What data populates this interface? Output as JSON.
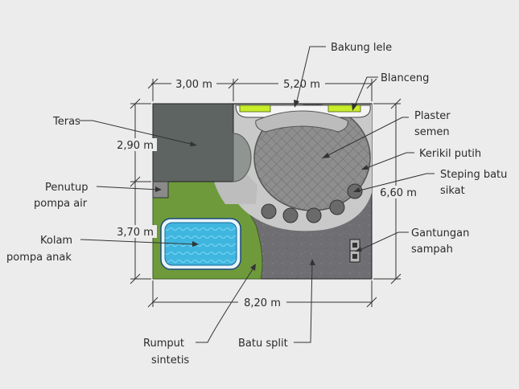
{
  "dimensions": {
    "top_left": "3,00 m",
    "top_right": "5,20 m",
    "left_top": "2,90 m",
    "left_bottom": "3,70 m",
    "right": "6,60 m",
    "bottom": "8,20 m"
  },
  "labels": {
    "bakung_lele": "Bakung lele",
    "blanceng": "Blanceng",
    "plaster_line1": "Plaster",
    "plaster_line2": "semen",
    "kerikil": "Kerikil putih",
    "steping_line1": "Steping batu",
    "steping_line2": "sikat",
    "teras": "Teras",
    "penutup_line1": "Penutup",
    "penutup_line2": "pompa air",
    "kolam_line1": "Kolam",
    "kolam_line2": "pompa anak",
    "gantungan_line1": "Gantungan",
    "gantungan_line2": "sampah",
    "rumput_line1": "Rumput",
    "rumput_line2": "sintetis",
    "batu_split": "Batu split"
  },
  "colors": {
    "background": "#ececec",
    "teras": "#5e6461",
    "grass": "#6e9a3c",
    "gravel": "#6f6f73",
    "white_gravel": "#c9c9c9",
    "plaster": "#8c8c8c",
    "pool_water": "#3fb6e0",
    "plant_green": "#c8ee2a"
  }
}
